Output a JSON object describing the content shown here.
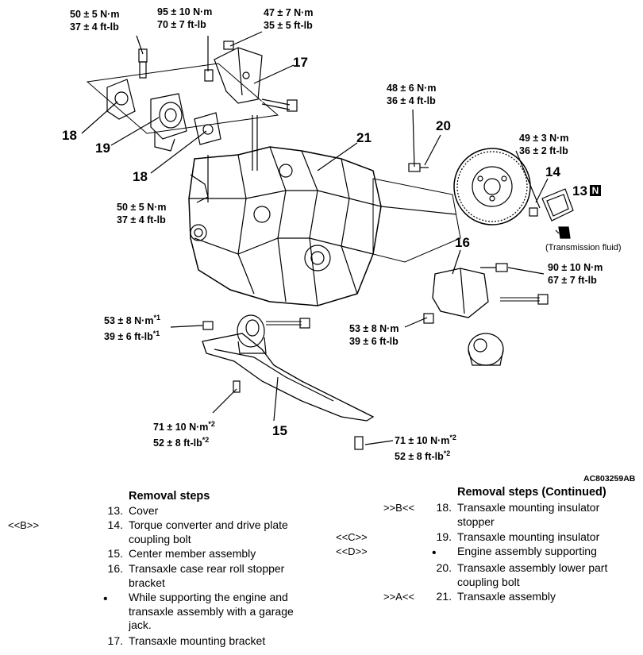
{
  "torque_specs": [
    {
      "id": "t1",
      "nm": "50 ± 5 N·m",
      "ftlb": "37 ± 4 ft-lb"
    },
    {
      "id": "t2",
      "nm": "95 ± 10 N·m",
      "ftlb": "70 ± 7 ft-lb"
    },
    {
      "id": "t3",
      "nm": "47 ± 7 N·m",
      "ftlb": "35 ± 5 ft-lb"
    },
    {
      "id": "t4",
      "nm": "48 ± 6 N·m",
      "ftlb": "36 ± 4 ft-lb"
    },
    {
      "id": "t5",
      "nm": "49 ± 3 N·m",
      "ftlb": "36 ± 2 ft-lb"
    },
    {
      "id": "t6",
      "nm": "50 ± 5 N·m",
      "ftlb": "37 ± 4 ft-lb"
    },
    {
      "id": "t7",
      "nm": "90 ± 10 N·m",
      "ftlb": "67 ± 7 ft-lb"
    },
    {
      "id": "t8",
      "nm": "53 ± 8 N·m*1",
      "ftlb": "39 ± 6 ft-lb*1"
    },
    {
      "id": "t9",
      "nm": "53 ± 8 N·m",
      "ftlb": "39 ± 6 ft-lb"
    },
    {
      "id": "t10",
      "nm": "71 ± 10 N·m*2",
      "ftlb": "52 ± 8 ft-lb*2"
    },
    {
      "id": "t11",
      "nm": "71 ± 10 N·m*2",
      "ftlb": "52 ± 8 ft-lb*2"
    }
  ],
  "callouts": {
    "c17": "17",
    "c18a": "18",
    "c19": "19",
    "c18b": "18",
    "c21": "21",
    "c20": "20",
    "c14": "14",
    "c13": "13",
    "c16": "16",
    "c15": "15"
  },
  "new_part_mark": "N",
  "fluid_note": "(Transmission fluid)",
  "figure_ref": "AC803259AB",
  "left_column": {
    "heading": "Removal steps",
    "steps": [
      {
        "num": "13.",
        "text": "Cover",
        "mark": ""
      },
      {
        "num": "14.",
        "text": "Torque converter and drive plate",
        "text2": "coupling bolt",
        "mark": "<<B>>"
      },
      {
        "num": "15.",
        "text": "Center member assembly",
        "mark": ""
      },
      {
        "num": "16.",
        "text": "Transaxle case rear roll stopper",
        "text2": "bracket",
        "mark": ""
      },
      {
        "num": "•",
        "text": "While supporting the engine and",
        "text2": "transaxle assembly with a garage",
        "text3": "jack.",
        "mark": ""
      },
      {
        "num": "17.",
        "text": "Transaxle mounting bracket",
        "mark": ""
      }
    ]
  },
  "right_column": {
    "heading": "Removal steps (Continued)",
    "steps": [
      {
        "num": "18.",
        "text": "Transaxle mounting insulator",
        "text2": "stopper",
        "mark": ">>B<<"
      },
      {
        "num": "19.",
        "text": "Transaxle mounting insulator",
        "mark": "<<C>>"
      },
      {
        "num": "•",
        "text": "Engine assembly supporting",
        "mark": "<<D>>"
      },
      {
        "num": "20.",
        "text": "Transaxle assembly lower part",
        "text2": "coupling bolt",
        "mark": ""
      },
      {
        "num": "21.",
        "text": "Transaxle assembly",
        "mark": ">>A<<"
      }
    ]
  }
}
